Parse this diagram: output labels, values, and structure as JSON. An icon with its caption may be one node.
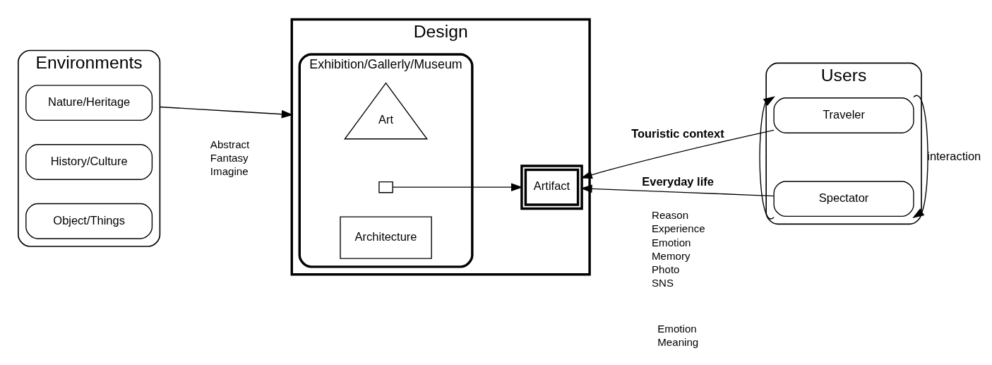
{
  "diagram": {
    "nodes": [
      {
        "text": [
          "Environments"
        ]
      },
      {
        "text": [
          "Nature/Heritage"
        ],
        "in": 0
      },
      {
        "text": [
          "History/Culture"
        ],
        "in": 0
      },
      {
        "text": [
          "Object/Things"
        ],
        "in": 0
      },
      {
        "text": [
          "Design"
        ]
      },
      {
        "text": [
          "Exhibition/Gallerly/Museum"
        ],
        "in": 4
      },
      {
        "text": [
          "Art"
        ],
        "in": 5
      },
      {
        "text": [],
        "shape": "box",
        "in": 5
      },
      {
        "text": [
          "Architecture"
        ],
        "in": 5
      },
      {
        "text": [
          "Artifact"
        ],
        "in": 4
      },
      {
        "text": [
          "Users"
        ]
      },
      {
        "text": [
          "Spectator"
        ],
        "in": 10
      },
      {
        "text": [
          "Traveler"
        ],
        "in": 10
      }
    ],
    "edges": [
      {
        "from": 1,
        "to": 6,
        "arrow": "to"
      },
      {
        "from": 7,
        "to": 9,
        "arrow": "to"
      },
      {
        "from": 11,
        "to": 9,
        "arrow": "to",
        "label": "Everyday life"
      },
      {
        "from": 12,
        "to": 9,
        "arrow": "to",
        "label": "Touristic context"
      },
      {
        "from": 12,
        "to": 11,
        "arrow": "to",
        "label": "interaction"
      },
      {
        "from": 11,
        "to": 12,
        "arrow": "to"
      }
    ],
    "labels": [
      "Abstract",
      "Fantasy",
      "Imagine",
      "Emotion",
      "Meaning",
      "Reason",
      "Experience",
      "Emotion",
      "Memory",
      "Photo",
      "SNS"
    ]
  }
}
